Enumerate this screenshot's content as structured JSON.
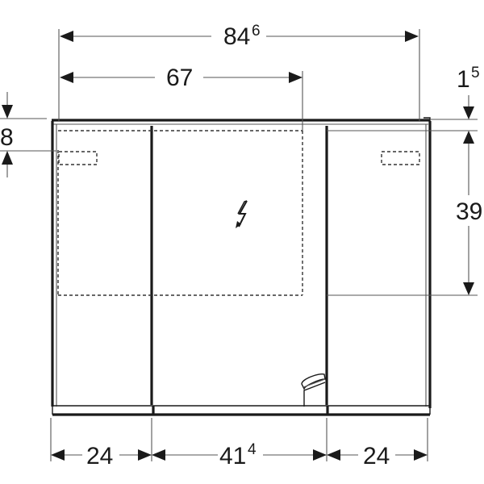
{
  "drawing": {
    "title": "Mirror cabinet front view dimensional drawing",
    "units": "cm",
    "colors": {
      "line": "#1a1a1a",
      "thin_line": "#555555",
      "background": "#ffffff"
    }
  },
  "dimensions": {
    "overall_width": {
      "main": "84",
      "sup": "6"
    },
    "outlet_offset": {
      "main": "67",
      "sup": ""
    },
    "light_strip_height": {
      "main": "8",
      "sup": ""
    },
    "top_offset": {
      "main": "1",
      "sup": "5"
    },
    "outlet_zone_height": {
      "main": "39",
      "sup": ""
    },
    "left_door_width": {
      "main": "24",
      "sup": ""
    },
    "center_door_width": {
      "main": "41",
      "sup": "4"
    },
    "right_door_width": {
      "main": "24",
      "sup": ""
    }
  },
  "symbols": {
    "power_outlet": "lightning-bolt-icon",
    "tap_fitting": "faucet-icon"
  }
}
